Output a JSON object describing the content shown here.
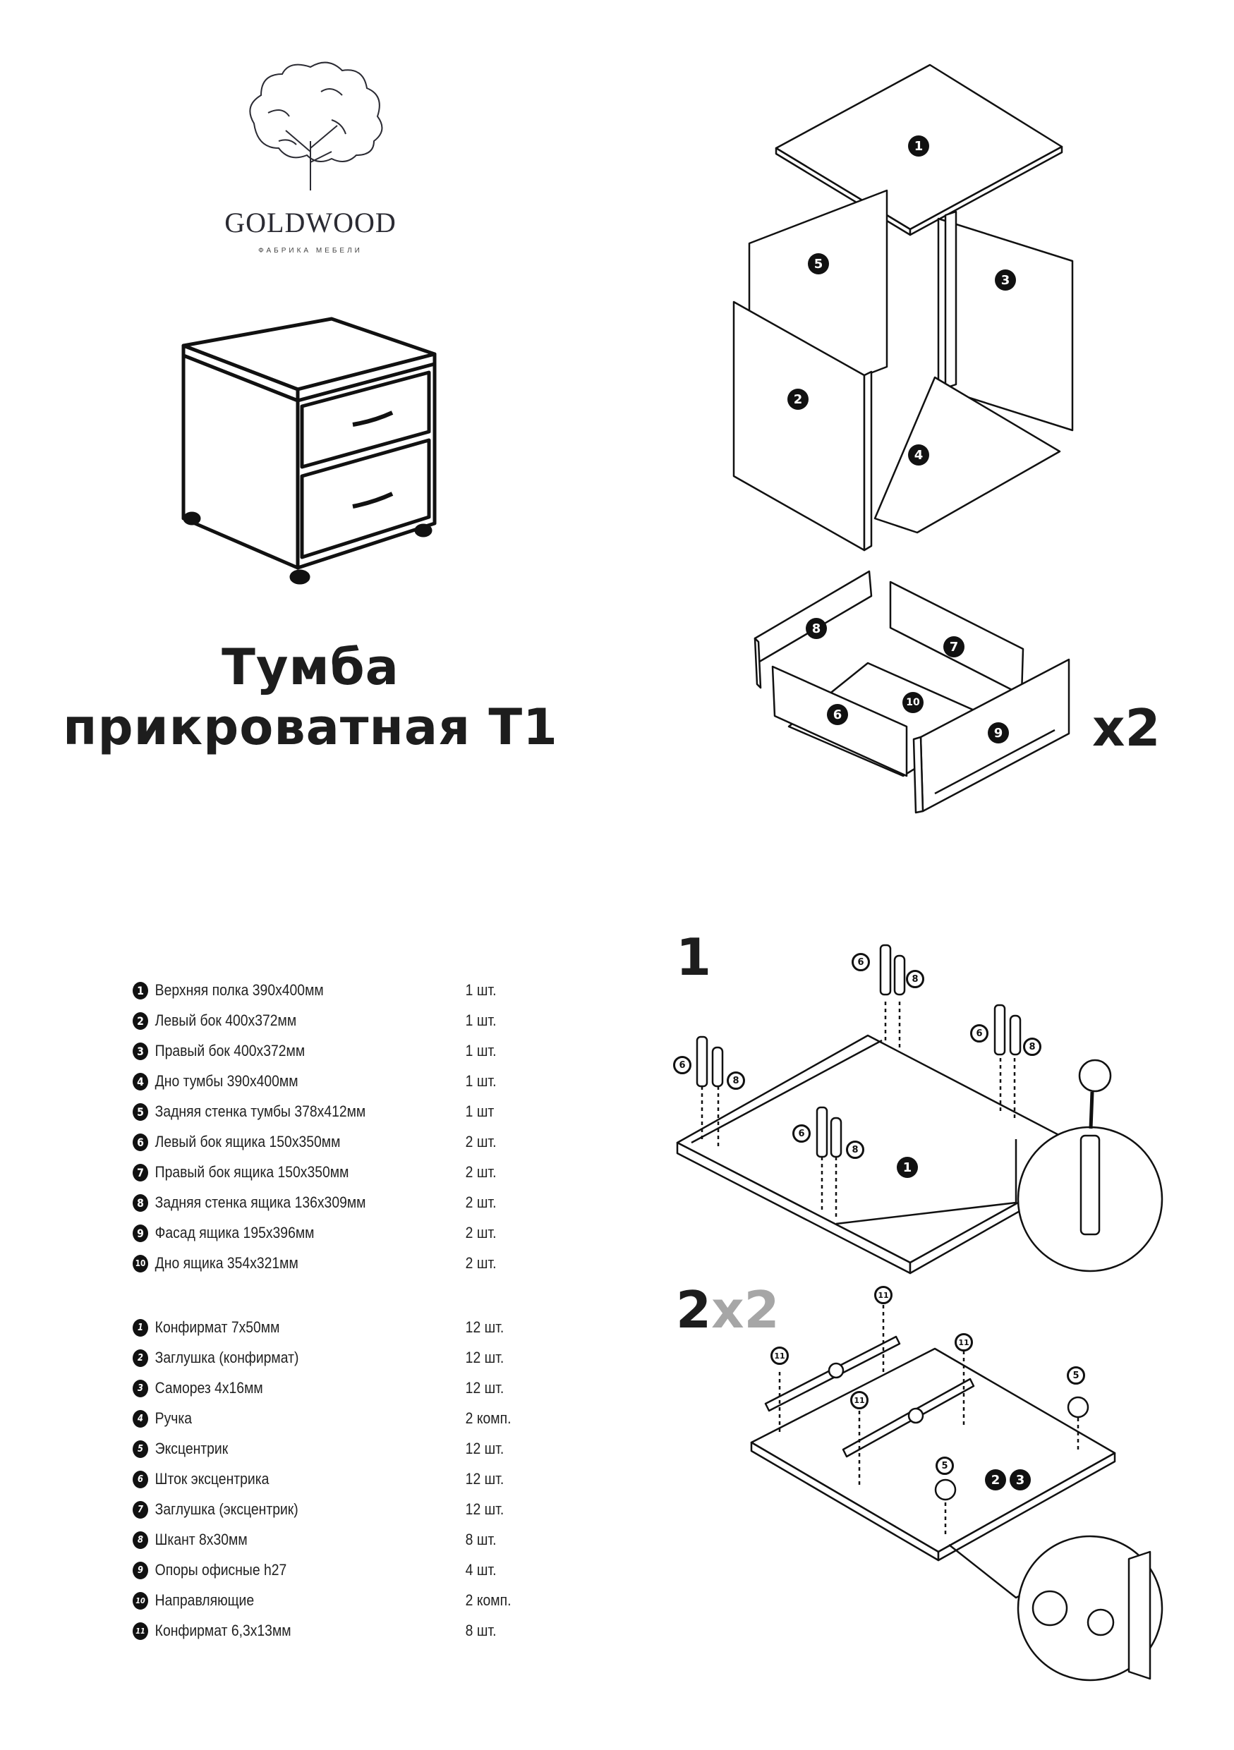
{
  "brand": {
    "name": "GOLDWOOD",
    "subtitle": "ФАБРИКА МЕБЕЛИ"
  },
  "title": {
    "line1": "Тумба",
    "line2": "прикроватная Т1"
  },
  "drawer_multiplier": "x2",
  "exploded_callouts": [
    "1",
    "5",
    "3",
    "2",
    "4"
  ],
  "drawer_callouts": [
    "8",
    "7",
    "10",
    "6",
    "9"
  ],
  "parts": [
    {
      "num": "1",
      "name": "Верхняя полка 390х400мм",
      "qty": "1 шт."
    },
    {
      "num": "2",
      "name": "Левый бок 400х372мм",
      "qty": "1 шт."
    },
    {
      "num": "3",
      "name": "Правый бок 400х372мм",
      "qty": "1 шт."
    },
    {
      "num": "4",
      "name": "Дно тумбы 390х400мм",
      "qty": "1 шт."
    },
    {
      "num": "5",
      "name": "Задняя стенка тумбы 378х412мм",
      "qty": "1 шт"
    },
    {
      "num": "6",
      "name": "Левый бок ящика 150х350мм",
      "qty": "2 шт."
    },
    {
      "num": "7",
      "name": "Правый бок ящика 150х350мм",
      "qty": "2 шт."
    },
    {
      "num": "8",
      "name": "Задняя стенка ящика 136х309мм",
      "qty": "2 шт."
    },
    {
      "num": "9",
      "name": "Фасад ящика 195х396мм",
      "qty": "2 шт."
    },
    {
      "num": "10",
      "name": "Дно ящика 354х321мм",
      "qty": "2 шт."
    }
  ],
  "hardware": [
    {
      "num": "1",
      "name": "Конфирмат 7х50мм",
      "qty": "12 шт."
    },
    {
      "num": "2",
      "name": "Заглушка (конфирмат)",
      "qty": "12 шт."
    },
    {
      "num": "3",
      "name": "Саморез 4х16мм",
      "qty": "12 шт."
    },
    {
      "num": "4",
      "name": "Ручка",
      "qty": "2 комп."
    },
    {
      "num": "5",
      "name": "Эксцентрик",
      "qty": "12 шт."
    },
    {
      "num": "6",
      "name": "Шток эксцентрика",
      "qty": "12 шт."
    },
    {
      "num": "7",
      "name": "Заглушка (эксцентрик)",
      "qty": "12 шт."
    },
    {
      "num": "8",
      "name": "Шкант 8х30мм",
      "qty": "8 шт."
    },
    {
      "num": "9",
      "name": "Опоры офисные h27",
      "qty": "4 шт."
    },
    {
      "num": "10",
      "name": "Направляющие",
      "qty": "2 комп."
    },
    {
      "num": "11",
      "name": "Конфирмат 6,3х13мм",
      "qty": "8 шт."
    }
  ],
  "step1": {
    "number": "1",
    "callouts": [
      "6",
      "8",
      "6",
      "8",
      "6",
      "8",
      "6",
      "8",
      "1"
    ]
  },
  "step2": {
    "number": "2",
    "multiplier": "x2",
    "callouts": [
      "11",
      "11",
      "11",
      "11",
      "5",
      "5",
      "2",
      "3"
    ]
  }
}
